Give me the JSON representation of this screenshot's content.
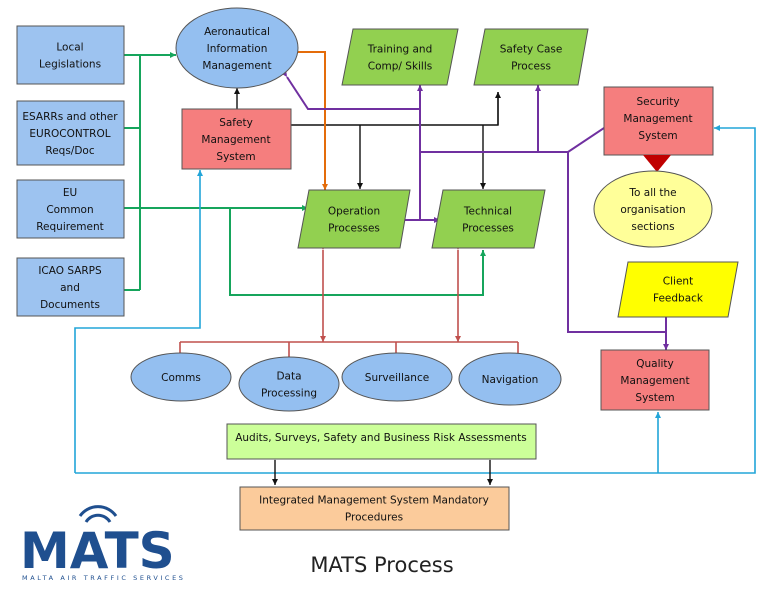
{
  "nodes": {
    "local_legislations": [
      "Local",
      "Legislations"
    ],
    "esarrs": [
      "ESARRs and other",
      "EUROCONTROL",
      "Reqs/Doc"
    ],
    "eu_common": [
      "EU",
      "Common",
      "Requirement"
    ],
    "icao": [
      "ICAO SARPS",
      "and",
      "Documents"
    ],
    "aim": [
      "Aeronautical",
      "Information",
      "Management"
    ],
    "safety_mgmt": [
      "Safety",
      "Management",
      "System"
    ],
    "training": [
      "Training and",
      "Comp/ Skills"
    ],
    "safety_case": [
      "Safety Case",
      "Process"
    ],
    "security_mgmt": [
      "Security",
      "Management",
      "System"
    ],
    "org_sections": [
      "To all the",
      "organisation",
      "sections"
    ],
    "operation_proc": [
      "Operation",
      "Processes"
    ],
    "technical_proc": [
      "Technical",
      "Processes"
    ],
    "client_feedback": [
      "Client",
      "Feedback"
    ],
    "comms": [
      "Comms"
    ],
    "data_processing": [
      "Data",
      "Processing"
    ],
    "surveillance": [
      "Surveillance"
    ],
    "navigation": [
      "Navigation"
    ],
    "quality_mgmt": [
      "Quality",
      "Management",
      "System"
    ],
    "audits": [
      "Audits, Surveys, Safety and Business Risk Assessments"
    ],
    "ims": [
      "Integrated Management System Mandatory",
      "Procedures"
    ]
  },
  "title": "MATS Process",
  "logo": {
    "name": "MATS",
    "tagline": "MALTA AIR TRAFFIC SERVICES"
  },
  "colors": {
    "blue_box": "#9dc3f0",
    "blue_ellipse": "#94bff0",
    "green": "#92d050",
    "light_green": "#ccff99",
    "red": "#f57e7e",
    "yellow_ellipse": "#ffff99",
    "yellow": "#ffff00",
    "orange_box": "#fbcb9b",
    "arrow_green": "#16a55c",
    "arrow_purple": "#7030a0",
    "arrow_orange": "#e46c0a",
    "arrow_red": "#c0504d",
    "arrow_cyan": "#22a5d8",
    "arrow_black": "#111111",
    "logo_blue": "#1f4f8f"
  }
}
